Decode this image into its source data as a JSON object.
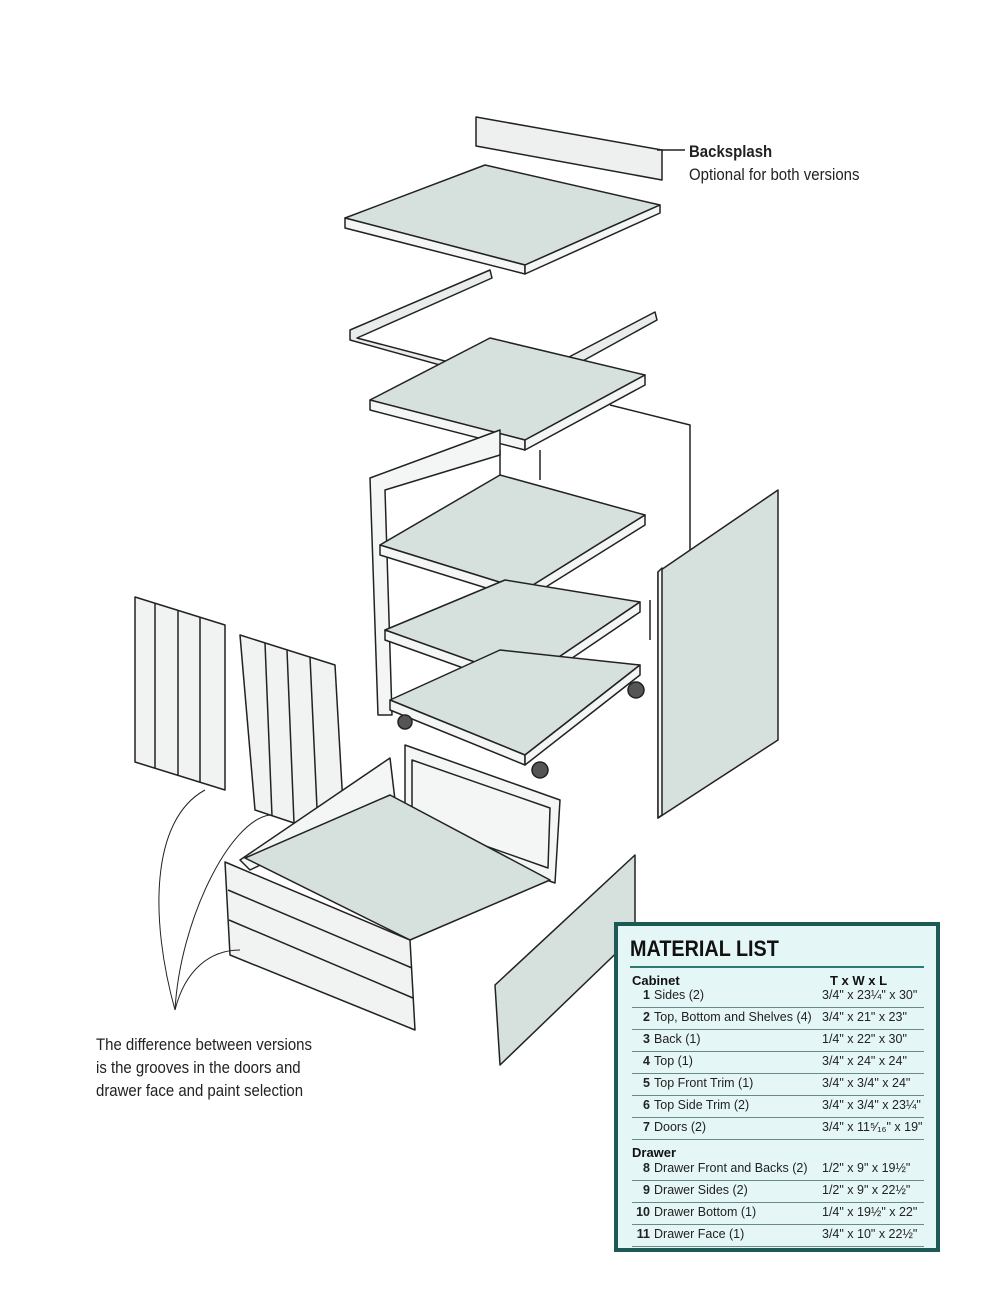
{
  "labels": {
    "backsplash_title": "Backsplash",
    "backsplash_note": "Optional for both versions",
    "difference_note": [
      "The difference between versions",
      "is the grooves in the doors and",
      "drawer face and paint selection"
    ]
  },
  "material_list": {
    "title": "MATERIAL LIST",
    "dims_header": "T x W x L",
    "sections": [
      {
        "name": "Cabinet",
        "items": [
          {
            "num": "1",
            "part": "Sides (2)",
            "dims": "3/4\" x 23¼\" x 30\""
          },
          {
            "num": "2",
            "part": "Top, Bottom and Shelves (4)",
            "dims": "3/4\" x 21\" x 23\""
          },
          {
            "num": "3",
            "part": "Back (1)",
            "dims": "1/4\" x 22\" x 30\""
          },
          {
            "num": "4",
            "part": "Top (1)",
            "dims": "3/4\" x 24\" x 24\""
          },
          {
            "num": "5",
            "part": "Top Front Trim (1)",
            "dims": "3/4\" x 3/4\" x 24\""
          },
          {
            "num": "6",
            "part": "Top Side Trim (2)",
            "dims": "3/4\" x 3/4\" x 23¼\""
          },
          {
            "num": "7",
            "part": "Doors (2)",
            "dims": "3/4\" x 11⁵⁄₁₆\" x 19\""
          }
        ]
      },
      {
        "name": "Drawer",
        "items": [
          {
            "num": "8",
            "part": "Drawer Front and Backs (2)",
            "dims": "1/2\" x 9\" x 19½\""
          },
          {
            "num": "9",
            "part": "Drawer Sides (2)",
            "dims": "1/2\" x 9\" x 22½\""
          },
          {
            "num": "10",
            "part": "Drawer Bottom (1)",
            "dims": "1/4\" x 19½\" x 22\""
          },
          {
            "num": "11",
            "part": "Drawer Face (1)",
            "dims": "3/4\" x 10\" x 22½\""
          }
        ]
      }
    ]
  },
  "colors": {
    "panel": "#d6e0dd",
    "edge": "#f4f6f5",
    "line": "#222222",
    "box_border": "#1d5a55",
    "box_fill": "#e4f6f5"
  }
}
